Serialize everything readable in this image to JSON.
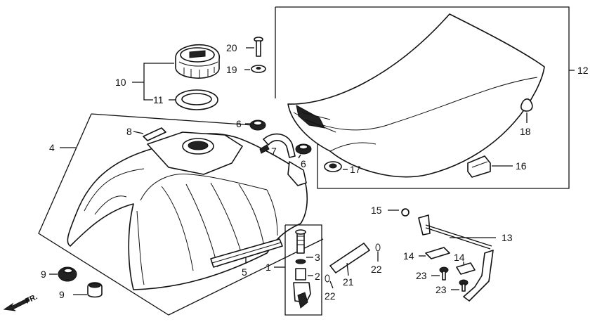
{
  "diagram": {
    "direction_label": "FR.",
    "callouts": [
      "1",
      "2",
      "3",
      "4",
      "5",
      "6",
      "6",
      "7",
      "8",
      "9",
      "9",
      "10",
      "11",
      "12",
      "13",
      "14",
      "14",
      "15",
      "16",
      "17",
      "18",
      "19",
      "20",
      "21",
      "22",
      "22",
      "23",
      "23"
    ]
  }
}
